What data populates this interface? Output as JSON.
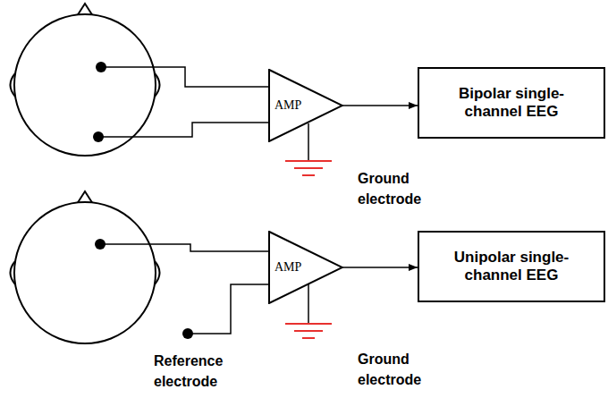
{
  "diagram": {
    "nodes": [
      {
        "text": [
          "AMP"
        ]
      },
      {
        "text": [
          "Bipolar single-channel EEG"
        ]
      },
      {
        "text": [
          "AMP"
        ]
      },
      {
        "text": [
          "Unipolar single-channel EEG"
        ]
      }
    ],
    "edges": [
      {
        "from": 0,
        "to": 1,
        "arrow": "to"
      },
      {
        "from": 2,
        "to": 3,
        "arrow": "to"
      }
    ],
    "labels": [
      "Ground electrode",
      "Reference electrode",
      "Ground electrode"
    ]
  }
}
